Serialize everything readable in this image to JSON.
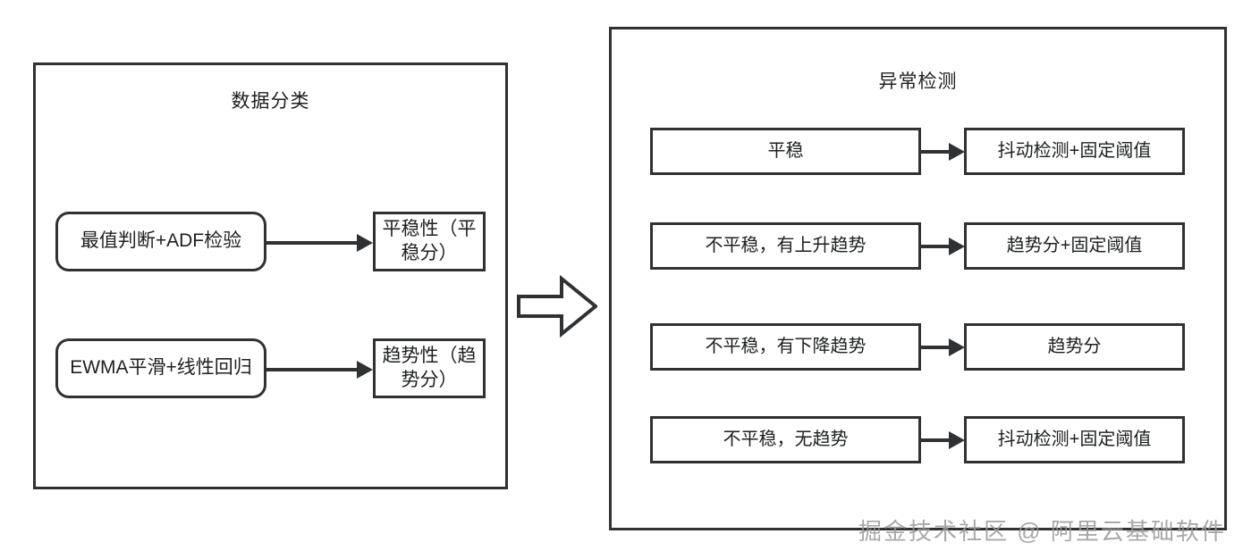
{
  "diagram": {
    "left_panel": {
      "title": "数据分类",
      "rows": [
        {
          "method": "最值判断+ADF检验",
          "result": "平稳性（平稳分）"
        },
        {
          "method": "EWMA平滑+线性回归",
          "result": "趋势性（趋势分）"
        }
      ]
    },
    "connector": {
      "icon": "block-arrow-right-icon"
    },
    "right_panel": {
      "title": "异常检测",
      "rows": [
        {
          "condition": "平稳",
          "strategy": "抖动检测+固定阈值"
        },
        {
          "condition": "不平稳，有上升趋势",
          "strategy": "趋势分+固定阈值"
        },
        {
          "condition": "不平稳，有下降趋势",
          "strategy": "趋势分"
        },
        {
          "condition": "不平稳，无趋势",
          "strategy": "抖动检测+固定阈值"
        }
      ]
    },
    "watermark": "掘金技术社区 @ 阿里云基础软件",
    "colors": {
      "stroke": "#2f3133",
      "text": "#1d1f20",
      "background": "#ffffff",
      "watermark": "#9a9a9a"
    }
  }
}
